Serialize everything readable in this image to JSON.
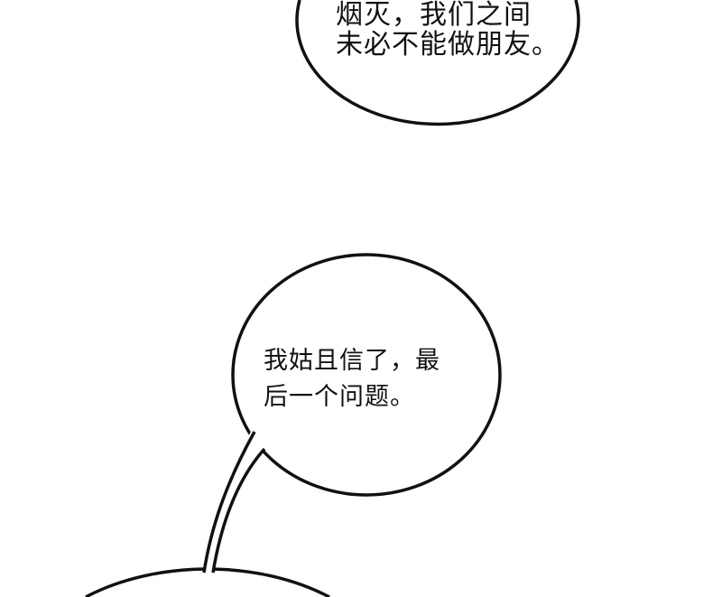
{
  "bubbles": [
    {
      "lines": [
        "烟灭，我们之间",
        "未必不能做朋友。"
      ]
    },
    {
      "lines": [
        "我姑且信了，最",
        "后一个问题。"
      ]
    },
    {
      "lines": []
    }
  ],
  "colors": {
    "ink": "#111111",
    "paper": "#ffffff"
  }
}
